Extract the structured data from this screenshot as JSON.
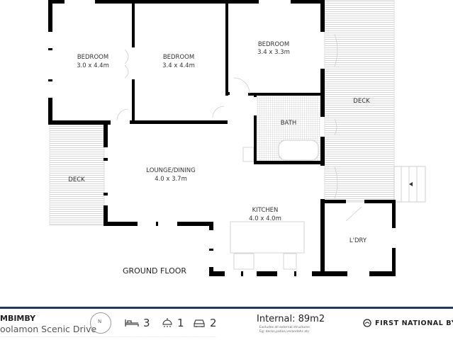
{
  "plan": {
    "rooms": [
      {
        "name": "BEDROOM",
        "size": "3.0 x 4.4m"
      },
      {
        "name": "BEDROOM",
        "size": "3.4 x 4.4m"
      },
      {
        "name": "BEDROOM",
        "size": "3.4 x 3.3m"
      },
      {
        "name": "BATH"
      },
      {
        "name": "DECK"
      },
      {
        "name": "DECK"
      },
      {
        "name": "LOUNGE/DINING",
        "size": "4.0 x 3.7m"
      },
      {
        "name": "KITCHEN",
        "size": "4.0 x 4.0m"
      },
      {
        "name": "L'DRY"
      }
    ],
    "floor_label": "GROUND FLOOR"
  },
  "footer": {
    "suburb": "MBIMBY",
    "street": "oolamon Scenic Drive",
    "compass_label": "N",
    "bedrooms": "3",
    "bathrooms": "1",
    "car_spaces": "2",
    "internal": "Internal: 89m2",
    "note_1": "Excludes all external structures",
    "note_2": "Eg: decks,patios,verandahs etc",
    "brand": "FIRST NATIONAL BYR",
    "accent_color": "#1f3a5f"
  }
}
